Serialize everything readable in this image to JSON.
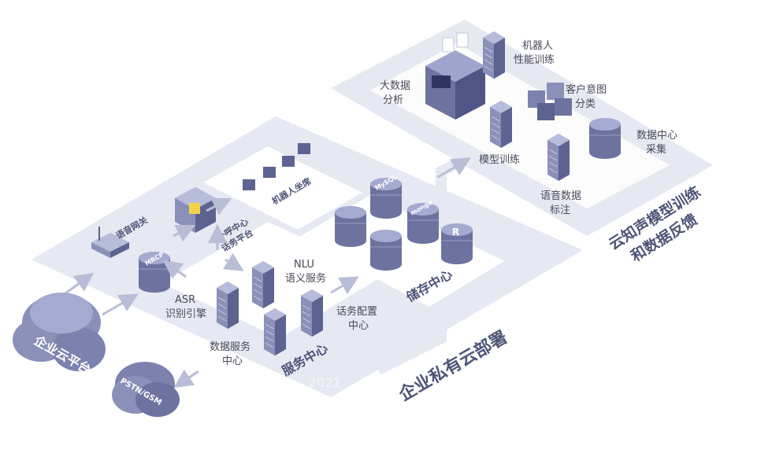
{
  "colors": {
    "platform": "#e6e8f2",
    "panel": "#ffffff",
    "device": "#8a90b8",
    "device_dark": "#5d6391",
    "arrow": "#b9bdd6",
    "label": "#4a4a5a",
    "title": "#4e5478",
    "accent": "#f2d24a"
  },
  "cloud": {
    "title": "云知声模型训练",
    "subtitle": "和数据反馈",
    "big_data": "大数据",
    "analysis": "分析",
    "robot_perf_1": "机器人",
    "robot_perf_2": "性能训练",
    "intent_1": "客户意图",
    "intent_2": "分类",
    "dc_collect_1": "数据中心",
    "dc_collect_2": "采集",
    "model_train": "模型训练",
    "voice_label_1": "语音数据",
    "voice_label_2": "标注"
  },
  "private": {
    "title": "企业私有云部署",
    "voice_gateway": "语音网关",
    "robot_seats": "机器人坐席",
    "outbound_1": "外呼中心",
    "outbound_2": "话务平台",
    "mrcp": "MRCP",
    "asr_1": "ASR",
    "asr_2": "识别引擎",
    "nlu_1": "NLU",
    "nlu_2": "语义服务",
    "dialog_cfg_1": "话务配置",
    "dialog_cfg_2": "中心",
    "data_svc_1": "数据服务",
    "data_svc_2": "中心",
    "service_center": "服务中心",
    "storage_center": "储存中心",
    "db_mysql": "MySQL",
    "db_redis": "R",
    "db_mongo": "mongo"
  },
  "external": {
    "enterprise_cloud": "企业云平台",
    "pstn": "PSTN/GSM"
  },
  "watermark": "2021"
}
